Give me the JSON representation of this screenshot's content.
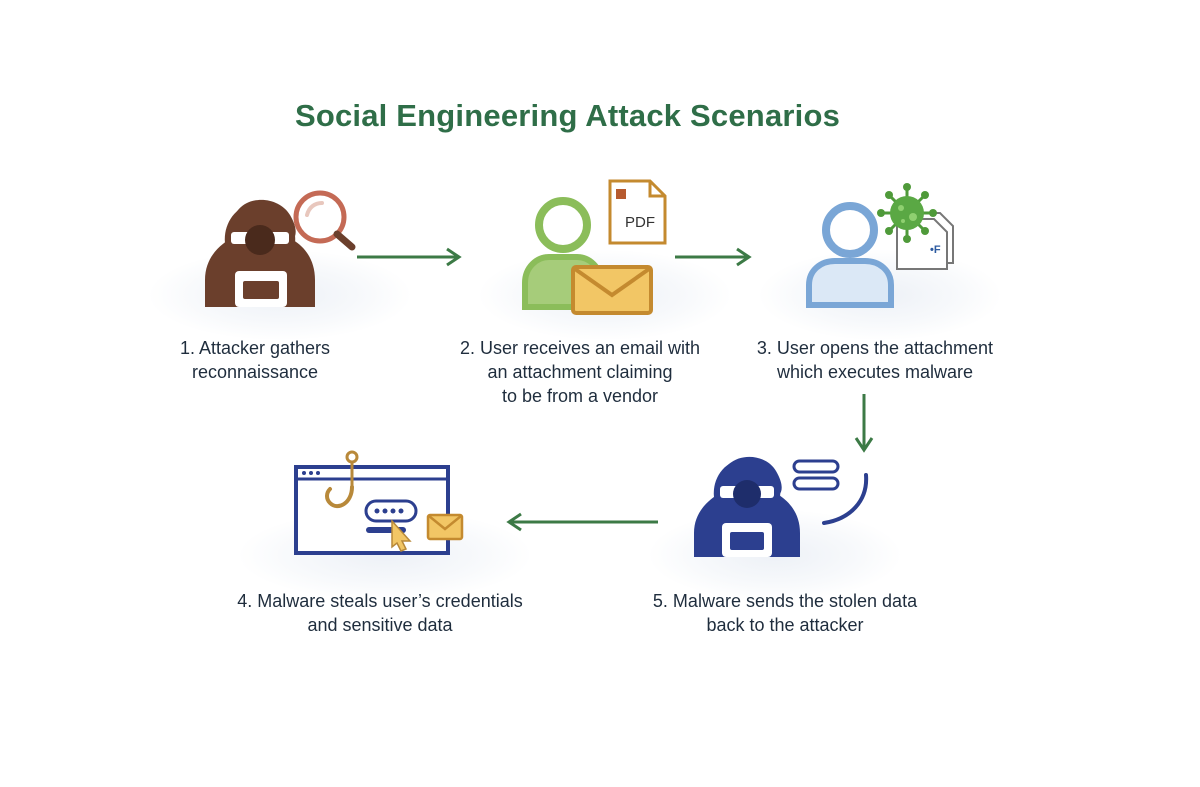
{
  "title": "Social Engineering Attack Scenarios",
  "colors": {
    "title": "#2f6e48",
    "arrow": "#3c7a46",
    "attacker_brown": "#6b3f2c",
    "user_green": "#8bbd5a",
    "user_blue": "#7aa6d6",
    "attacker_navy": "#2c3f8f",
    "envelope_gold": "#e8b84a",
    "virus_green": "#4f9a3a"
  },
  "steps": [
    {
      "lines": [
        "1. Attacker gathers",
        "reconnaissance"
      ],
      "icon": "hooded-attacker-magnifier-icon"
    },
    {
      "lines": [
        "2. User receives an email with",
        "an attachment claiming",
        "to be from a vendor"
      ],
      "icon": "user-email-pdf-icon",
      "pdf_label": "PDF"
    },
    {
      "lines": [
        "3. User opens the attachment",
        "which executes malware"
      ],
      "icon": "user-virus-document-icon",
      "doc_label": "•F"
    },
    {
      "lines": [
        "4. Malware steals user’s credentials",
        "and sensitive data"
      ],
      "icon": "browser-phishing-hook-icon"
    },
    {
      "lines": [
        "5. Malware sends the stolen data",
        "back to the attacker"
      ],
      "icon": "hooded-attacker-data-icon"
    }
  ]
}
